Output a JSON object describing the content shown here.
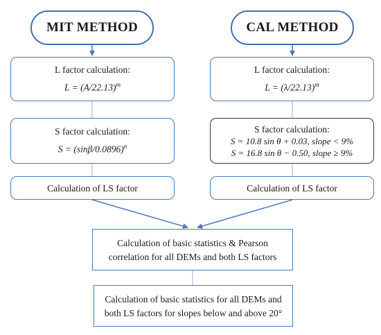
{
  "mit": {
    "title": "MIT METHOD",
    "l_label": "L factor calculation:",
    "l_formula": "L = (A/22.13)",
    "l_exp": "m",
    "s_label": "S factor calculation:",
    "s_formula": "S = (sinβ/0.0896)",
    "s_exp": "n",
    "ls_label": "Calculation of LS factor"
  },
  "cal": {
    "title": "CAL METHOD",
    "l_label": "L factor calculation:",
    "l_formula": "L = (λ/22.13)",
    "l_exp": "m",
    "s_label": "S factor calculation:",
    "s_formula_1": "S = 10.8 sin θ + 0.03, slope  < 9%",
    "s_formula_2": "S = 16.8 sin θ − 0.50, slope ≥ 9%",
    "ls_label": "Calculation of LS factor"
  },
  "stats": {
    "line_1": "Calculation of basic statistics & Pearson",
    "line_2": "correlation for all DEMs and both LS factors"
  },
  "slopes": {
    "line_1": "Calculation of basic statistics for all DEMs and",
    "line_2": "both LS factors for slopes below and above 20°"
  },
  "colors": {
    "box_border": "#4a79b8",
    "arrow": "#4a79b8",
    "connector": "#a9bfdc"
  }
}
